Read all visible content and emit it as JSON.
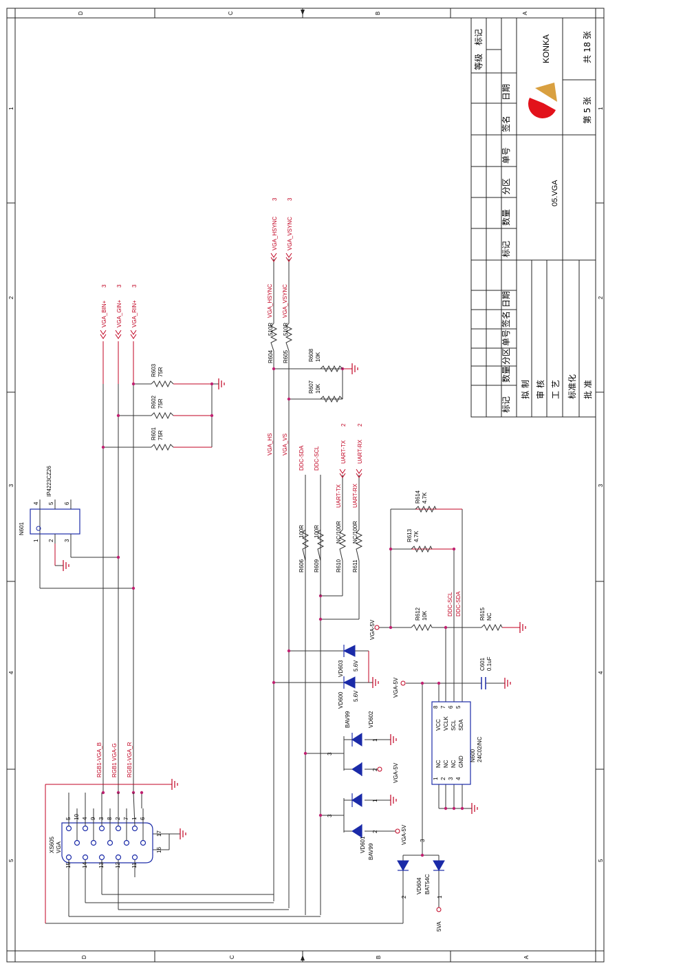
{
  "frame": {
    "border_letters": [
      "D",
      "C",
      "B",
      "A"
    ],
    "border_numbers": [
      "1",
      "2",
      "3",
      "4",
      "5"
    ]
  },
  "title_block": {
    "rev_headers": [
      "标记",
      "数量",
      "分区",
      "单号",
      "签名",
      "日期"
    ],
    "role_labels": [
      "拟 制",
      "审 核",
      "工 艺",
      "标准化",
      "批 准"
    ],
    "grade_label": "等级",
    "mark_label": "标记",
    "drawing_name": "05.VGA",
    "company": "KONKA",
    "sheet_no": "第 5 张",
    "sheet_total": "共 18 张"
  },
  "nets": {
    "vga_bin": "VGA_BIN+",
    "vga_gin": "VGA_GIN+",
    "vga_rin": "VGA_RIN+",
    "vga_hsync_out": "VGA_HSYNC",
    "vga_vsync_out": "VGA_VSYNC",
    "vga_hsync": "VGA_HSYNC",
    "vga_vsync": "VGA_VSYNC",
    "vga_hs": "VGA_HS",
    "vga_vs": "VGA_VS",
    "ddc_sda": "DDC-SDA",
    "ddc_scl": "DDC-SCL",
    "uart_tx": "UART-TX",
    "uart_rx": "UART-RX",
    "uart_tx2": "UART-TX",
    "uart_rx2": "UART-RX",
    "ddc_scl2": "DDC-SCL",
    "ddc_sda2": "DDC-SDA",
    "rgb_b": "RGB1-VGA_B",
    "rgb_g": "RGB1 VGA-G",
    "rgb_r": "RGB1-VGA_R",
    "vga5v_1": "VGA-5V",
    "vga5v_2": "VGA-5V",
    "vga5v_3": "VGA-5V",
    "vga5v_4": "VGA-5V",
    "v5a": "5VA",
    "sheet_ref": "3",
    "sheet_ref2": "2"
  },
  "components": {
    "r601": {
      "ref": "R601",
      "val": "75R"
    },
    "r602": {
      "ref": "R602",
      "val": "75R"
    },
    "r603": {
      "ref": "R603",
      "val": "75R"
    },
    "r604": {
      "ref": "R604",
      "val": "510R"
    },
    "r605": {
      "ref": "R605",
      "val": "510R"
    },
    "r606": {
      "ref": "R606",
      "val": "100R"
    },
    "r607": {
      "ref": "R607",
      "val": "10K"
    },
    "r608": {
      "ref": "R608",
      "val": "10K"
    },
    "r609": {
      "ref": "R609",
      "val": "100R"
    },
    "r610": {
      "ref": "R610",
      "val": "NC/100R"
    },
    "r611": {
      "ref": "R611",
      "val": "NC/100R"
    },
    "r612": {
      "ref": "R612",
      "val": "10K"
    },
    "r613": {
      "ref": "R613",
      "val": "4.7K"
    },
    "r614": {
      "ref": "R614",
      "val": "4.7K"
    },
    "r615": {
      "ref": "R615",
      "val": "NC"
    },
    "c601": {
      "ref": "C601",
      "val": "0.1uF"
    },
    "n601": {
      "ref": "N601",
      "val": "IP4223CZ26"
    },
    "n600": {
      "ref": "N600",
      "val": "24C02/NC"
    },
    "vd600": {
      "ref": "VD600",
      "val": "5.6V"
    },
    "vd603": {
      "ref": "VD603",
      "val": "5.6V"
    },
    "vd602": {
      "ref": "VD602",
      "val": "BAV99"
    },
    "vd601": {
      "ref": "VD601",
      "val": "BAV99"
    },
    "vd604": {
      "ref": "VD604",
      "val": "BAT54C"
    },
    "xs605": {
      "ref": "XS605",
      "val": "VGA"
    }
  },
  "n600_pins": [
    "NC",
    "NC",
    "NC",
    "GND",
    "VCC",
    "VCLK",
    "SCL",
    "SDA"
  ],
  "pin_numbers": {
    "n601": [
      "1",
      "2",
      "3",
      "4",
      "5",
      "6"
    ],
    "n600": [
      "1",
      "2",
      "3",
      "4",
      "8",
      "7",
      "6",
      "5"
    ],
    "vga_top": [
      "5",
      "10",
      "4",
      "9",
      "3",
      "8",
      "2",
      "7",
      "1",
      "6"
    ],
    "vga_bot": [
      "15",
      "14",
      "13",
      "12",
      "11"
    ],
    "vga_shield": [
      "17",
      "16"
    ],
    "diode_pins": [
      "1",
      "2",
      "3"
    ]
  }
}
